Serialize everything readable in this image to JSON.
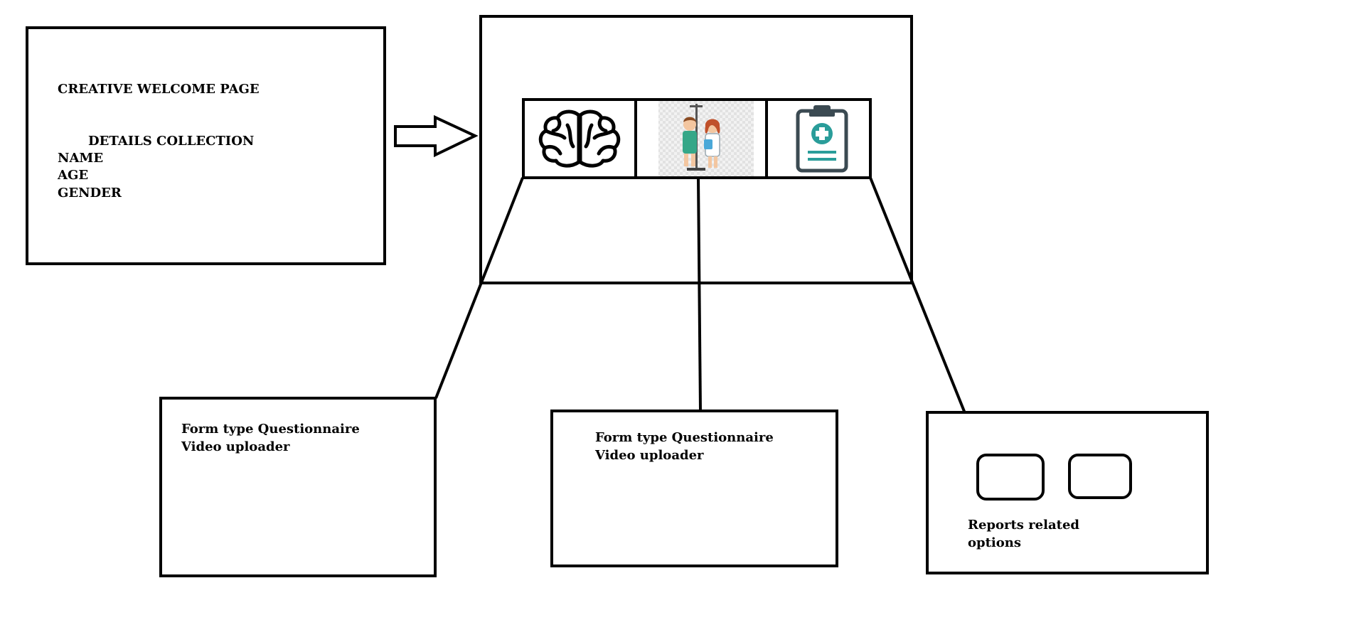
{
  "welcome_box": {
    "title": "CREATIVE WELCOME PAGE",
    "section": "DETAILS COLLECTION",
    "fields": [
      "NAME",
      "AGE",
      "GENDER"
    ]
  },
  "arrow": {
    "icon": "right-arrow-icon"
  },
  "menu_bar": {
    "tiles": [
      {
        "icon": "brain-icon"
      },
      {
        "icon": "doctor-patient-icon"
      },
      {
        "icon": "medical-clipboard-icon"
      }
    ]
  },
  "left_panel": {
    "line1": "Form type Questionnaire",
    "line2": "Video uploader"
  },
  "center_panel": {
    "line1": "Form type Questionnaire",
    "line2": "Video uploader"
  },
  "right_panel": {
    "label_line1": "Reports related",
    "label_line2": "options"
  },
  "colors": {
    "stroke": "#000000",
    "clipboard_teal": "#2a9d9a",
    "clipboard_dark": "#3b4a52",
    "doctor_green": "#35a788",
    "hair_brown": "#8a4b22"
  }
}
